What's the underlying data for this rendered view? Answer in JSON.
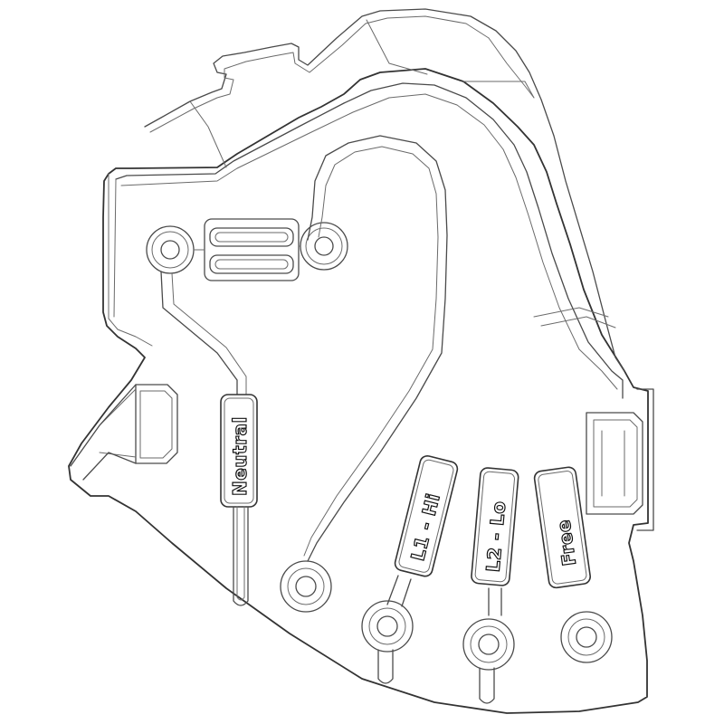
{
  "labels": {
    "neutral": "Neutral",
    "l1_hi": "L1 - Hi",
    "l2_lo": "L2 - Lo",
    "free": "Free"
  }
}
